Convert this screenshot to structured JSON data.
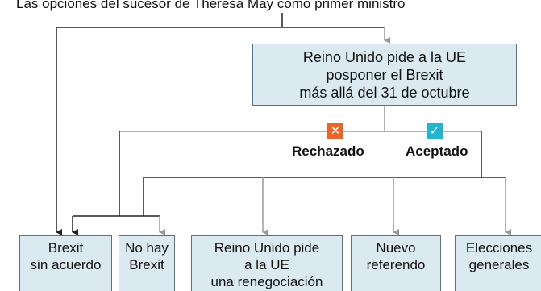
{
  "title": "Las opciones del sucesor de Theresa May como primer ministro",
  "top_box": {
    "text": "Reino Unido pide a la UE\nposponer el Brexit\nmás allá del 31 de octubre"
  },
  "outcomes": {
    "rejected": {
      "label": "Rechazado",
      "icon": "cross-icon",
      "color": "#e8662c"
    },
    "accepted": {
      "label": "Aceptado",
      "icon": "check-icon",
      "color": "#26b3cf"
    }
  },
  "options": [
    {
      "text": "Brexit\nsin acuerdo"
    },
    {
      "text": "No hay\nBrexit"
    },
    {
      "text": "Reino Unido pide\na la UE\nuna renegociación"
    },
    {
      "text": "Nuevo\nreferendo"
    },
    {
      "text": "Elecciones\ngenerales"
    }
  ],
  "colors": {
    "box_fill": "#dbe9f0",
    "box_border": "#5b7380",
    "line": "#222222",
    "arrow_gray": "#999999"
  }
}
